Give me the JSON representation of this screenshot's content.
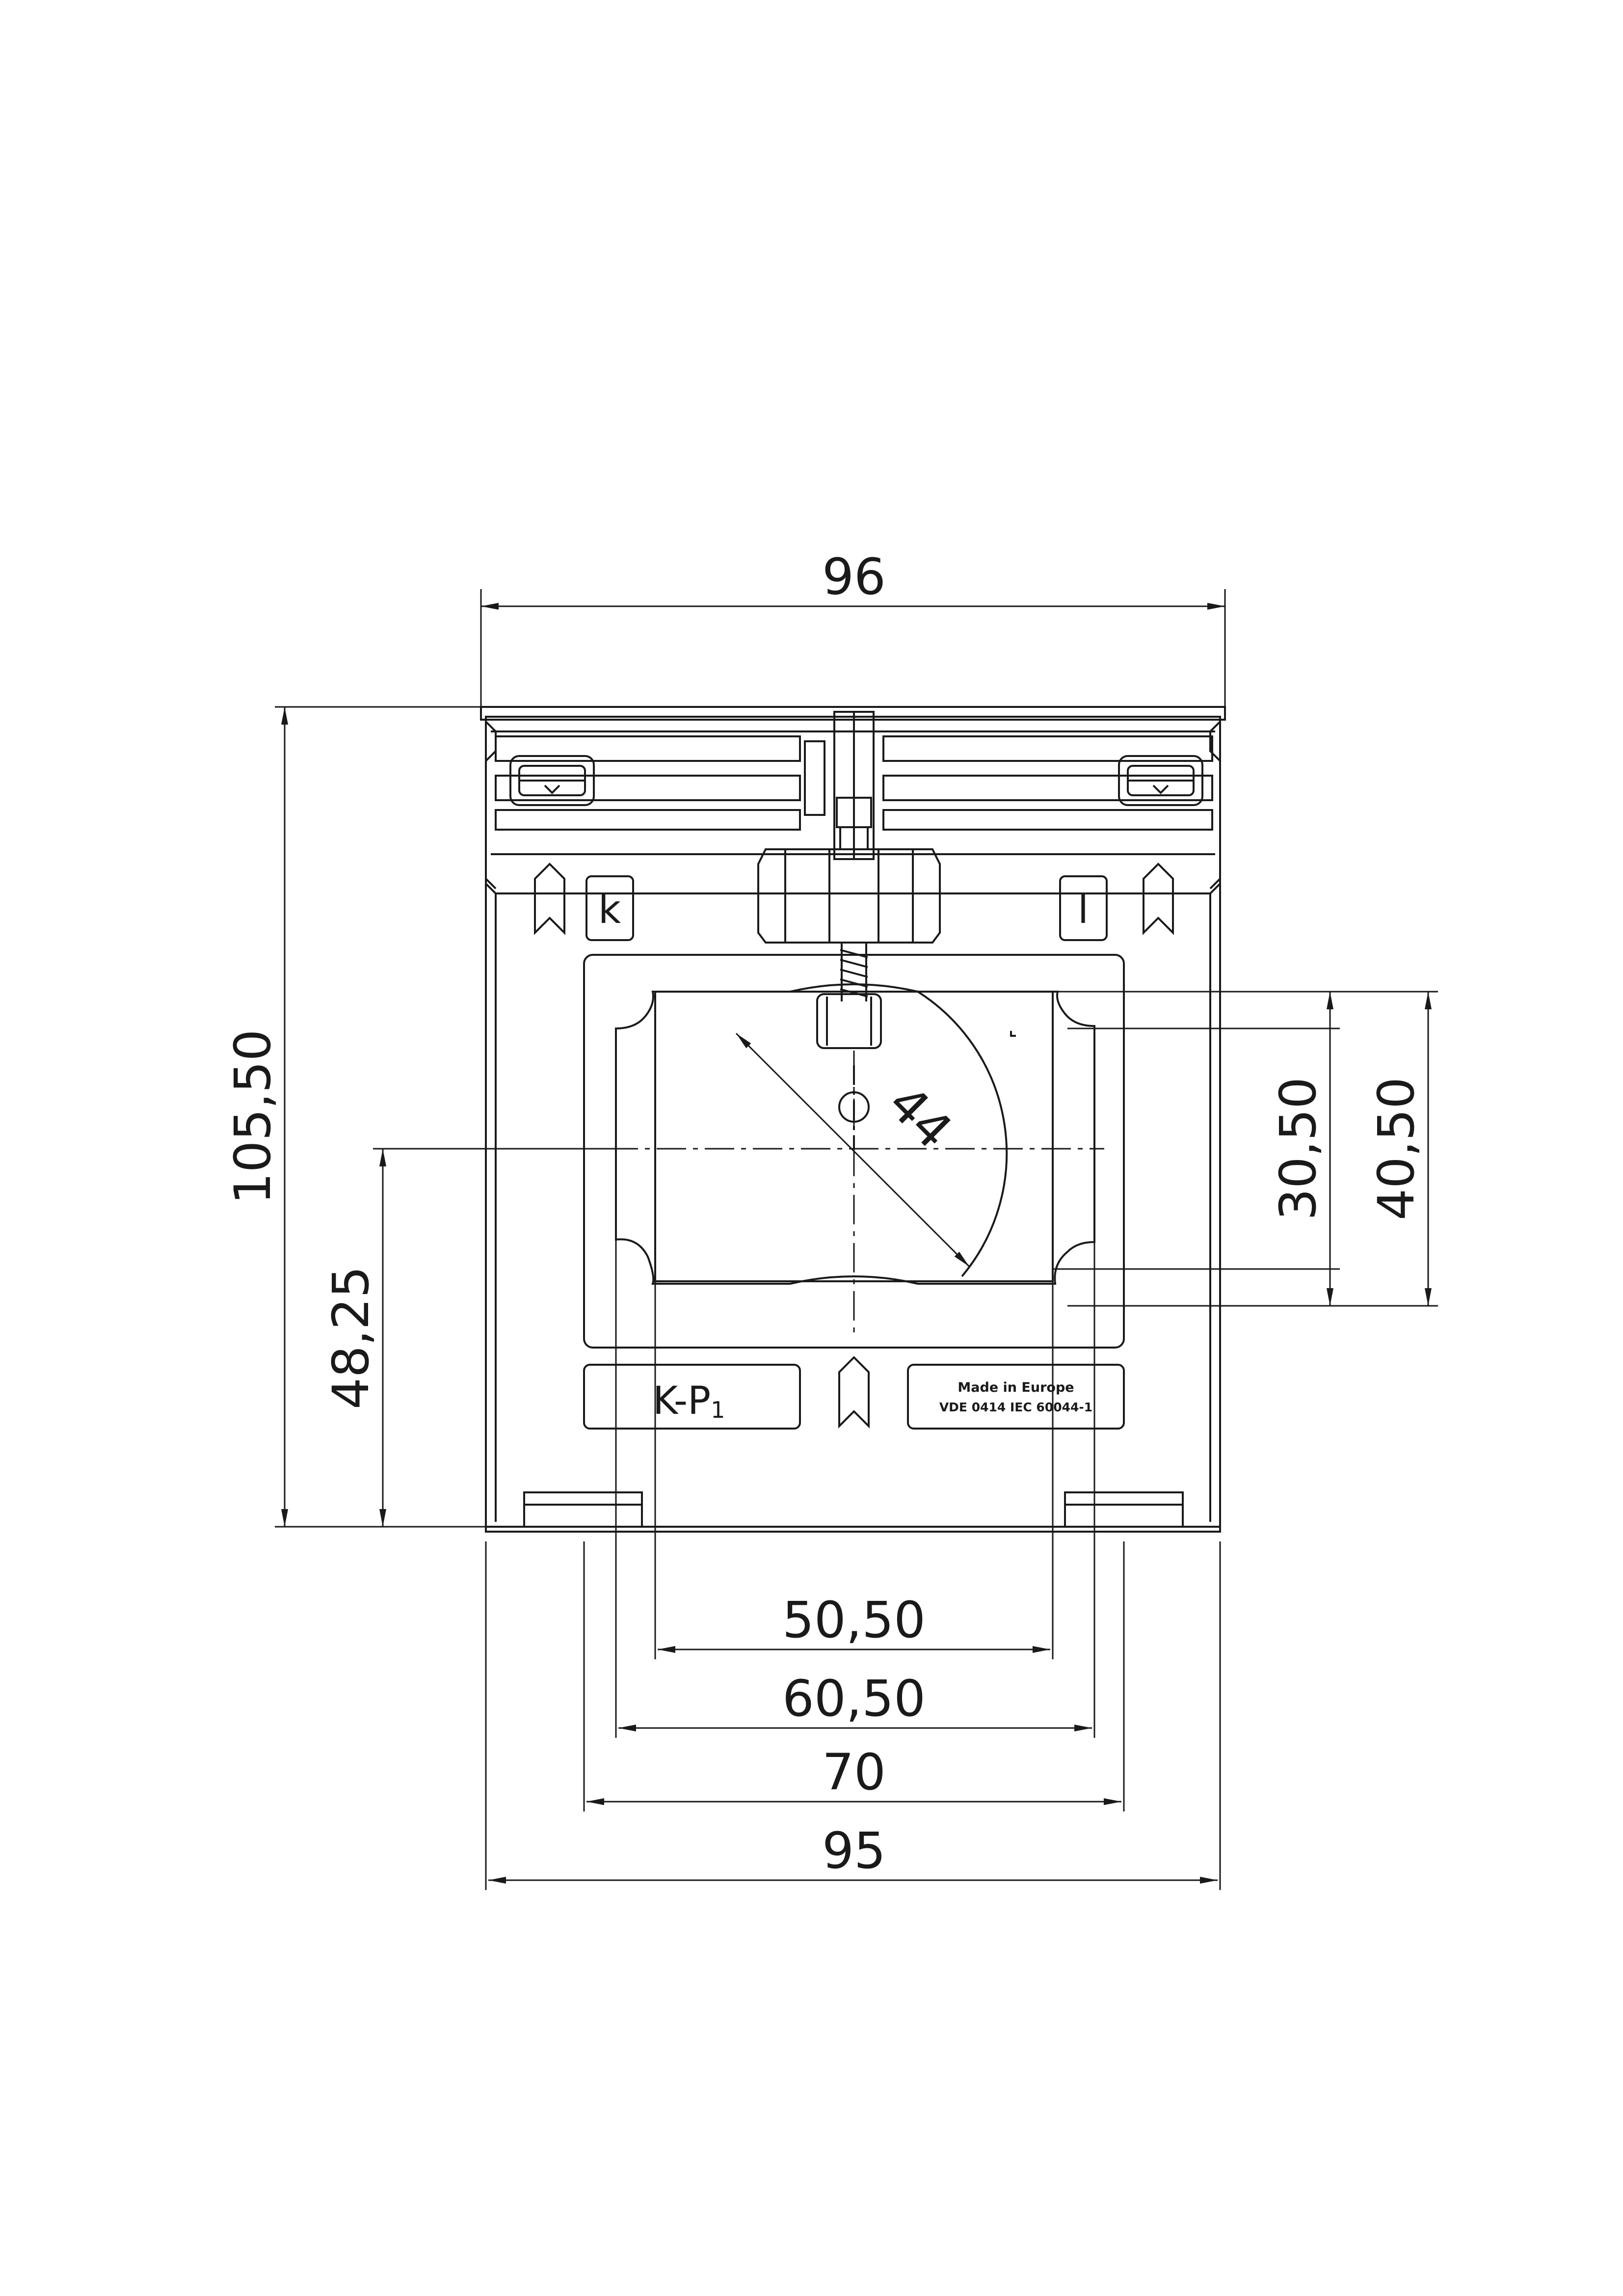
{
  "drawing": {
    "view": "front",
    "units": "mm",
    "dimensions": {
      "overall_width_top": "96",
      "overall_height": "105,50",
      "aperture_center_height": "48,25",
      "inner_window_height": "30,50",
      "outer_window_height": "40,50",
      "bore_diameter": "44",
      "inner_window_width": "50,50",
      "outer_window_width": "60,50",
      "foot_spacing": "70",
      "overall_width_bottom": "95"
    },
    "labels": {
      "terminal_k": "k",
      "terminal_l": "l",
      "primary_marking": "K-P",
      "primary_marking_sub": "1",
      "origin_line": "Made in Europe",
      "standards_line": "VDE 0414 IEC 60044-1"
    },
    "colors": {
      "line": "#1a1a1a",
      "background": "#ffffff"
    }
  }
}
